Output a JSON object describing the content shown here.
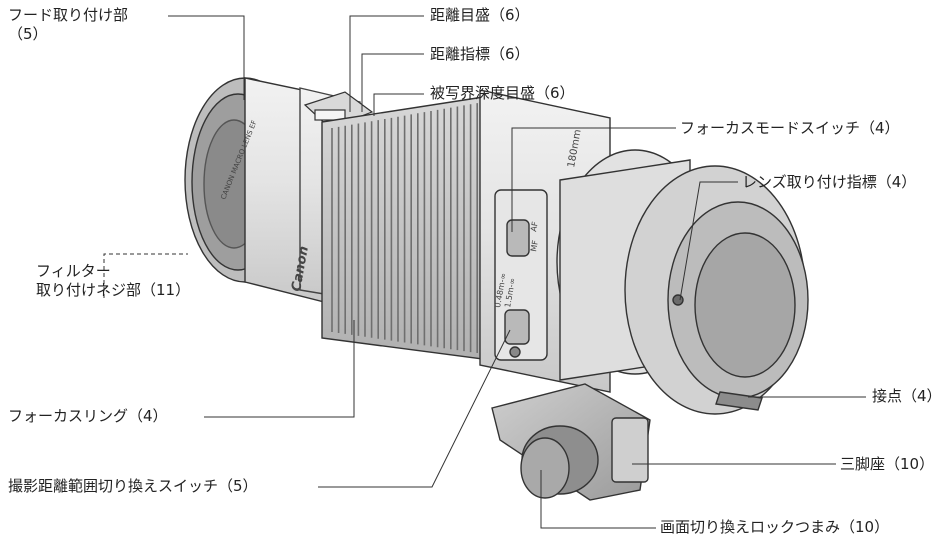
{
  "labels": {
    "hood_mount": {
      "line1": "フード取り付け部",
      "line2": "（5）"
    },
    "distance_scale": "距離目盛（6）",
    "distance_index": "距離指標（6）",
    "dof_scale": "被写界深度目盛（6）",
    "focus_mode_switch": "フォーカスモードスイッチ（4）",
    "lens_mount_index": "レンズ取り付け指標（4）",
    "filter_thread": {
      "line1": "フィルター",
      "line2": "取り付けネジ部（11）"
    },
    "contacts": "接点（4）",
    "focusing_ring": "フォーカスリング（4）",
    "tripod_mount": "三脚座（10）",
    "focus_range_switch": "撮影距離範囲切り換えスイッチ（5）",
    "orientation_lock_knob": "画面切り換えロックつまみ（10）"
  },
  "lens_markings": {
    "brand": "Canon",
    "mode_switch": [
      "AF",
      "MF"
    ],
    "range_switch": [
      "0.48m-∞",
      "1.5m-∞"
    ],
    "focal_length": "180mm",
    "front_ring_text": "CANON MACRO LENS EF"
  }
}
